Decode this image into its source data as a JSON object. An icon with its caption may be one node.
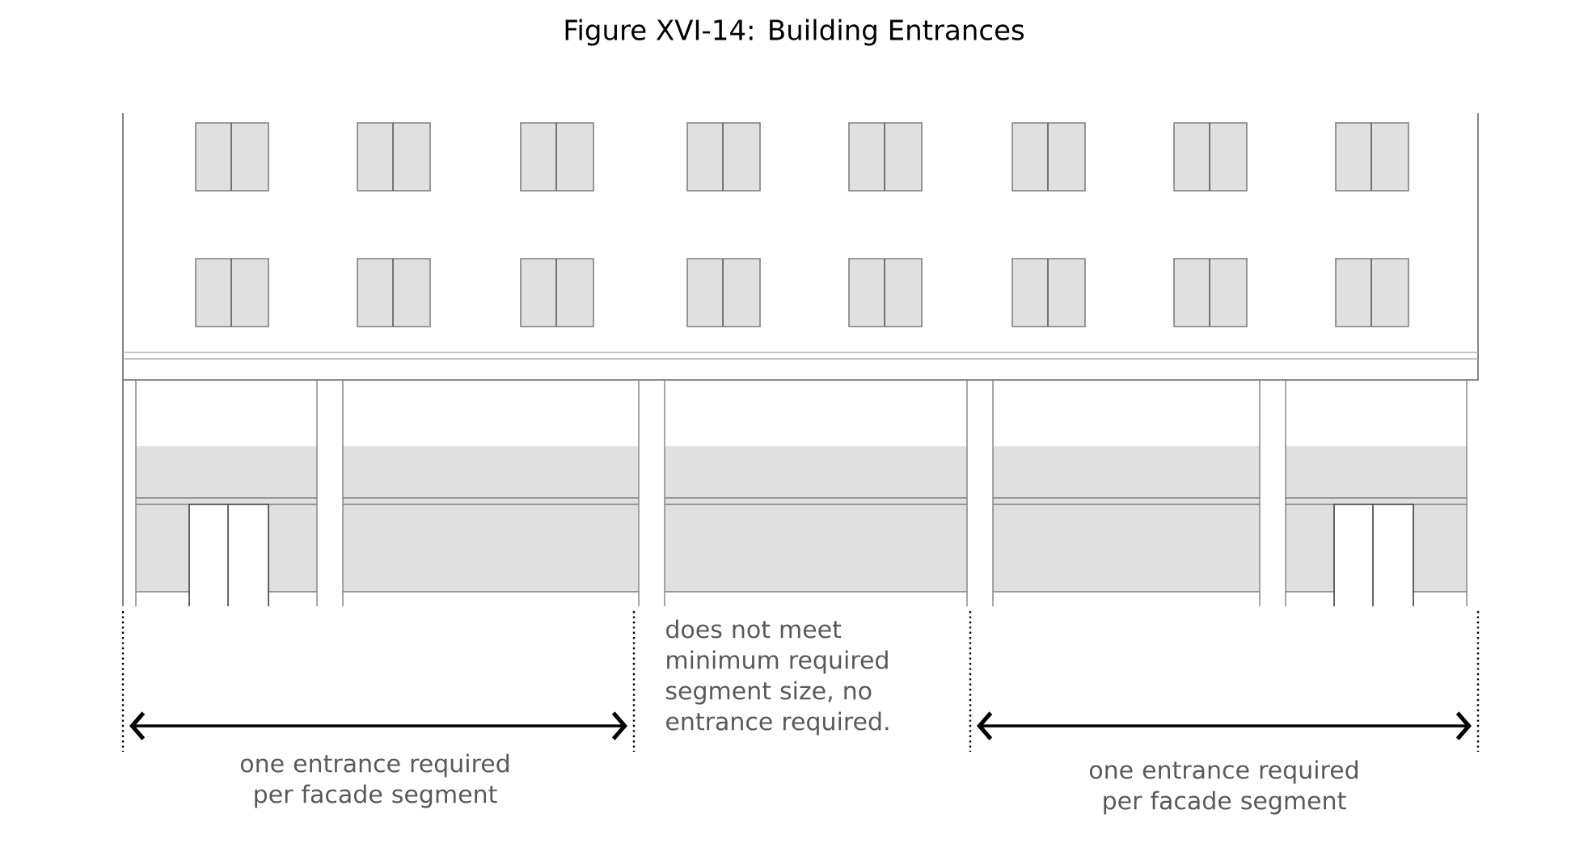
{
  "diagram": {
    "title": "Figure XVI-14: Building Entrances",
    "labels": [
      "one entrance required per facade segment",
      "does not meet minimum required segment size, no entrance required.",
      "one entrance required per facade segment"
    ]
  }
}
